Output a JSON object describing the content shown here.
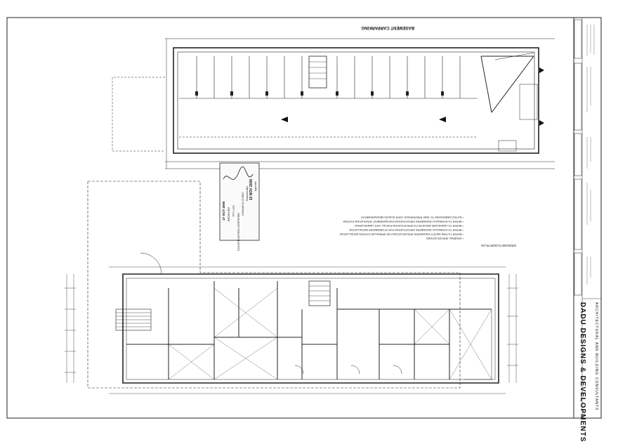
{
  "title_block": {
    "company": "DADU DESIGNS & DEVELOPMENTS",
    "subtitle": "ARCHITECTURAL AND BUILDING CONSULTANTS"
  },
  "plans": {
    "basement_title": "BASEMENT CARPARKING",
    "ground_title": "GROUND FLOOR PLAN"
  },
  "notes": [
    "* NOTED DIMENSIONS TO TAKE PREFERENCE OVER SCALED MEASUREMENTS",
    "* REFER TO HYDRAULIC ENGINEERS SPECIFICATION FOR BASEMENT VENTILATION SYSTEM",
    "* REFER TO LANDSCAPE ARCHITECTS SPECIFICATION FOR ALL SITE LANDSCAPING",
    "* REFER TO HYDRAULIC ENGINEERS SPECIFICATION FOR STORMWATER INSTALLATION",
    "* REFER TO FIRE SAFETY ENGINEERS SPECIFICATION FOR SPRINKLER SYSTEM INSTALLATION",
    "* GENERAL SPECIFICATIONS"
  ],
  "stamp": {
    "line1": "CONSTRUCTION CERTIFIED",
    "line2": "PTY LTD",
    "received": "RECEIVED",
    "date": "27 OCT 2006",
    "cert": "Certificate No. CC/6047",
    "endorsed": "Endorsed date:",
    "date2": "10 NOV 2006",
    "approved": "Approved:"
  }
}
